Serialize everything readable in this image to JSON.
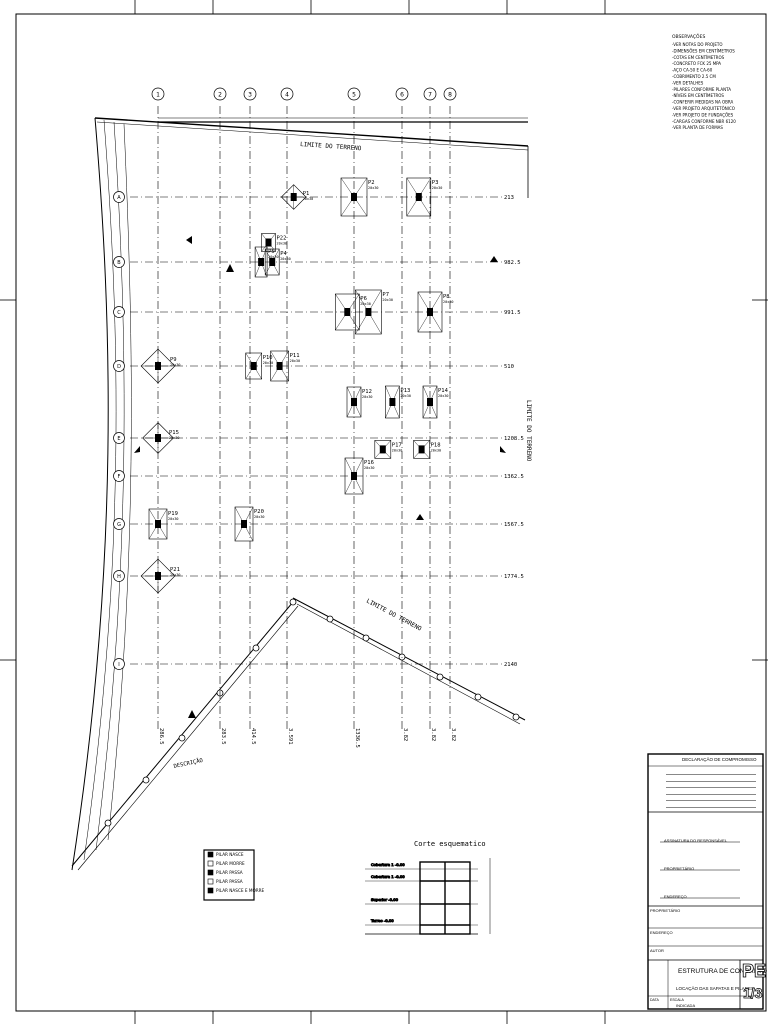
{
  "grid": {
    "columns": [
      "1",
      "2",
      "3",
      "4",
      "5",
      "6",
      "7",
      "8"
    ],
    "rows": [
      "A",
      "B",
      "C",
      "D",
      "E",
      "F",
      "G",
      "H",
      "I"
    ],
    "row_levels": [
      "213",
      "982.5",
      "991.5",
      "510",
      "1208.5",
      "1362.5",
      "1567.5",
      "1774.5",
      "2140"
    ],
    "column_levels": [
      "286.5",
      "283.5",
      "414.5",
      "3.591",
      "1336.5",
      "3.82",
      "3.82",
      "3.82"
    ]
  },
  "terrain": {
    "top": "LIMITE DO TERRENO",
    "right": "LIMITE DO TERRENO",
    "lower": "LIMITE DO TERRENO",
    "bottom_left": "DESCRIÇÃO"
  },
  "pillars": [
    {
      "id": "P1",
      "dims": "20x30"
    },
    {
      "id": "P2",
      "dims": "20x30"
    },
    {
      "id": "P3",
      "dims": "20x30"
    },
    {
      "id": "P4",
      "dims": "20x30"
    },
    {
      "id": "P5",
      "dims": "20x30"
    },
    {
      "id": "P6",
      "dims": "20x30"
    },
    {
      "id": "P7",
      "dims": "20x30"
    },
    {
      "id": "P8",
      "dims": "20x30"
    },
    {
      "id": "P9",
      "dims": "20x30"
    },
    {
      "id": "P10",
      "dims": "20x30"
    },
    {
      "id": "P11",
      "dims": "20x30"
    },
    {
      "id": "P12",
      "dims": "20x30"
    },
    {
      "id": "P13",
      "dims": "20x30"
    },
    {
      "id": "P14",
      "dims": "20x30"
    },
    {
      "id": "P15",
      "dims": "20x30"
    },
    {
      "id": "P16",
      "dims": "20x30"
    },
    {
      "id": "P17",
      "dims": "20x30"
    },
    {
      "id": "P18",
      "dims": "20x30"
    },
    {
      "id": "P19",
      "dims": "20x30"
    },
    {
      "id": "P20",
      "dims": "20x30"
    },
    {
      "id": "P21",
      "dims": "20x30"
    },
    {
      "id": "P22",
      "dims": "20x30"
    }
  ],
  "legend": {
    "items": [
      "PILAR NASCE",
      "PILAR MORRE",
      "PILAR PASSA",
      "PILAR PASSA",
      "PILAR NASCE E MORRE"
    ]
  },
  "section": {
    "title": "Corte esquematico",
    "levels": [
      "Cobertura  1  -0.00",
      "Cobertura  1  -0.00",
      "Superior  -0.00",
      "Terreo  -0.00"
    ]
  },
  "notes": {
    "title": "OBSERVAÇÕES",
    "lines": [
      "-VER NOTAS DO PROJETO",
      "-DIMENSÕES EM CENTÍMETROS",
      "-COTAS EM CENTÍMETROS",
      "-CONCRETO FCK 25 MPA",
      "-AÇO CA-50 E CA-60",
      "-COBRIMENTO 2.5 CM",
      "-VER DETALHES",
      "-PILARES CONFORME PLANTA",
      "-NÍVEIS EM CENTÍMETROS",
      "-CONFERIR MEDIDAS NA OBRA",
      "-VER PROJETO ARQUITETÔNICO",
      "-VER PROJETO DE FUNDAÇÕES",
      "-CARGAS CONFORME NBR 6120",
      "-VER PLANTA DE FORMAS"
    ]
  },
  "title_block": {
    "declaration_title": "DECLARAÇÃO DE COMPROMISSO",
    "declaration_lines": [
      "",
      "",
      "",
      "",
      "",
      ""
    ],
    "signature_1": "ASSINATURA DO RESPONSÁVEL",
    "signature_2": "PROPRIETÁRIO",
    "signature_3": "ENDEREÇO",
    "owner_label": "PROPRIETÁRIO",
    "owner": "",
    "address_label": "ENDEREÇO",
    "address": "",
    "author_label": "AUTOR",
    "author": "",
    "drawing_title": "ESTRUTURA DE CONCRETO",
    "drawing_subtitle": "LOCAÇÃO DAS SAPATAS E PILARES",
    "sheet_code": "PE",
    "sheet_number": "1/3",
    "date_label": "DATA",
    "date": "",
    "scale_label": "ESCALA",
    "scale": "INDICADA"
  },
  "colors": {
    "line": "#000000",
    "paper": "#ffffff"
  }
}
